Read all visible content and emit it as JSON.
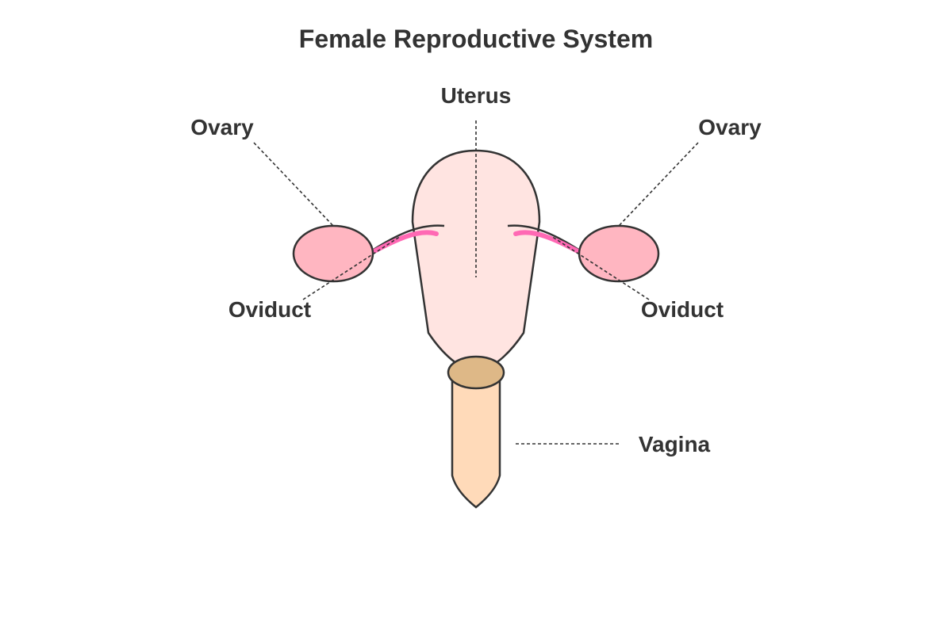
{
  "title": "Female Reproductive System",
  "labels": {
    "uterus": "Uterus",
    "ovary_left": "Ovary",
    "ovary_right": "Ovary",
    "oviduct_left": "Oviduct",
    "oviduct_right": "Oviduct",
    "vagina": "Vagina"
  },
  "colors": {
    "uterus_fill": "#FFE4E1",
    "ovary_fill": "#FFB6C1",
    "oviduct_stroke": "#FF69B4",
    "cervix_fill": "#DEB887",
    "vagina_fill": "#FFDAB9",
    "outline": "#333333",
    "text": "#333333"
  }
}
